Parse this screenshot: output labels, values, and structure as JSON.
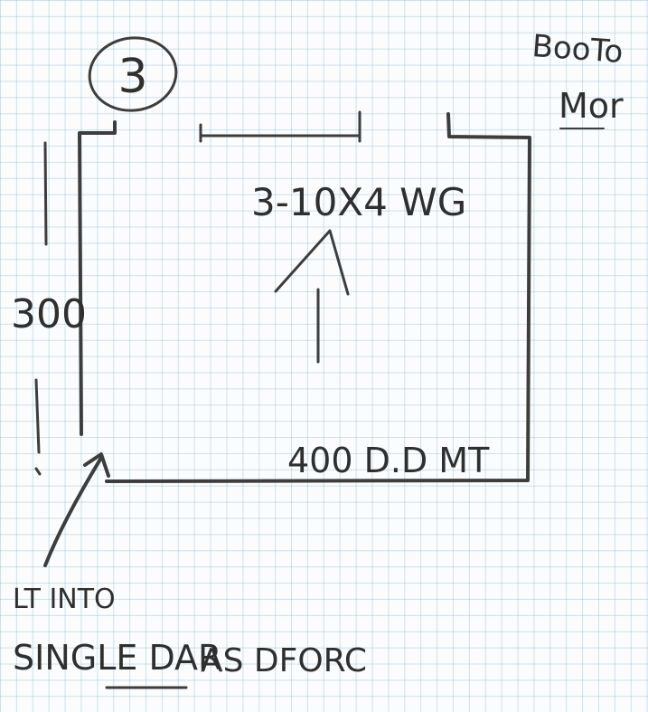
{
  "sketch": {
    "sheet_number": "3",
    "corner_note_line1": "BooTo",
    "corner_note_line2": "Mor",
    "unit_label": "3-10X4 WG",
    "side_dimension": "300",
    "bottom_dimension": "400 D.D MT",
    "note_line1": "LT INTO",
    "note_line2_underlined": "SINGLE DAR",
    "note_line2_rest": "AS DFORC"
  }
}
